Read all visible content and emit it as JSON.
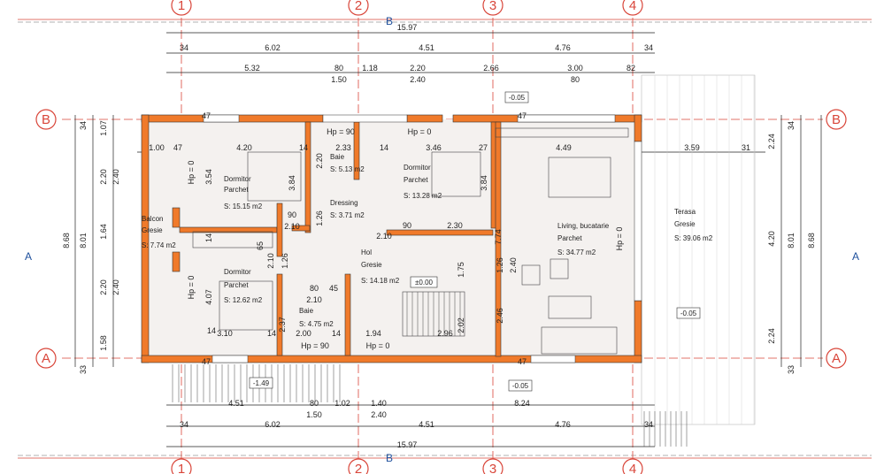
{
  "colors": {
    "wall": "#f07a2a",
    "axis": "#d9463a",
    "section": "#1d4f9c",
    "dim": "#222222",
    "floor": "#f4f1ef"
  },
  "axes": {
    "v1": "1",
    "v2": "2",
    "v3": "3",
    "v4": "4",
    "hA": "A",
    "hB": "B"
  },
  "section": {
    "left": "A",
    "right": "A",
    "top": "B",
    "bottom": "B"
  },
  "dims_top": {
    "total": "15.97",
    "r1": [
      "34",
      "6.02",
      "4.51",
      "4.76",
      "34"
    ],
    "r2": [
      "5.32",
      "80",
      "1.18",
      "2.20",
      "2.66",
      "3.00",
      "82"
    ],
    "r3": [
      "1.50",
      "2.40",
      "80"
    ]
  },
  "dims_bottom": {
    "total": "15.97",
    "r1": [
      "4.51",
      "80",
      "1.02",
      "1.40",
      "8.24"
    ],
    "r2": [
      "1.50",
      "2.40"
    ],
    "r3": [
      "34",
      "6.02",
      "4.51",
      "4.76",
      "34"
    ]
  },
  "dims_left": [
    "34",
    "1.07",
    "2.20",
    "2.40",
    "1.64",
    "2.20",
    "2.40",
    "1.58",
    "33",
    "8.01",
    "8.68"
  ],
  "dims_right": [
    "34",
    "2.24",
    "4.20",
    "2.24",
    "33",
    "8.01",
    "8.68"
  ],
  "interior_dims": [
    "47",
    "1.00",
    "47",
    "4.20",
    "14",
    "2.33",
    "14",
    "3.46",
    "27",
    "4.49",
    "3.59",
    "31",
    "3.54",
    "3.84",
    "2.20",
    "3.84",
    "90",
    "2.10",
    "90",
    "2.10",
    "2.30",
    "1.26",
    "14",
    "14",
    "65",
    "1.26",
    "2.10",
    "1.75",
    "2.40",
    "7.74",
    "4.07",
    "80",
    "45",
    "2.10",
    "2.37",
    "1.26",
    "2.02",
    "2.46",
    "3.10",
    "14",
    "2.00",
    "14",
    "1.94",
    "2.96",
    "47",
    "47",
    "47"
  ],
  "hp_labels": [
    "Hp = 90",
    "Hp = 0",
    "Hp = 0",
    "Hp = 0",
    "Hp = 0",
    "Hp = 90",
    "Hp = 0"
  ],
  "levels": {
    "top": "-0.05",
    "hol": "±0.00",
    "terrace": "-0.05",
    "bottom": "-0.05",
    "stairs": "-1.49"
  },
  "rooms": [
    {
      "name": "Dormitor",
      "finish": "Parchet",
      "area": "S: 15.15 m2"
    },
    {
      "name": "Baie",
      "finish": "",
      "area": "S: 5.13 m2"
    },
    {
      "name": "Dormitor",
      "finish": "Parchet",
      "area": "S: 13.28 m2"
    },
    {
      "name": "Dressing",
      "finish": "",
      "area": "S: 3.71 m2"
    },
    {
      "name": "Balcon",
      "finish": "Gresie",
      "area": "S: 7.74 m2"
    },
    {
      "name": "Hol",
      "finish": "Gresie",
      "area": "S: 14.18 m2"
    },
    {
      "name": "Living, bucatarie",
      "finish": "Parchet",
      "area": "S: 34.77 m2"
    },
    {
      "name": "Terasa",
      "finish": "Gresie",
      "area": "S: 39.06 m2"
    },
    {
      "name": "Dormitor",
      "finish": "Parchet",
      "area": "S: 12.62 m2"
    },
    {
      "name": "Baie",
      "finish": "",
      "area": "S: 4.75 m2"
    }
  ]
}
